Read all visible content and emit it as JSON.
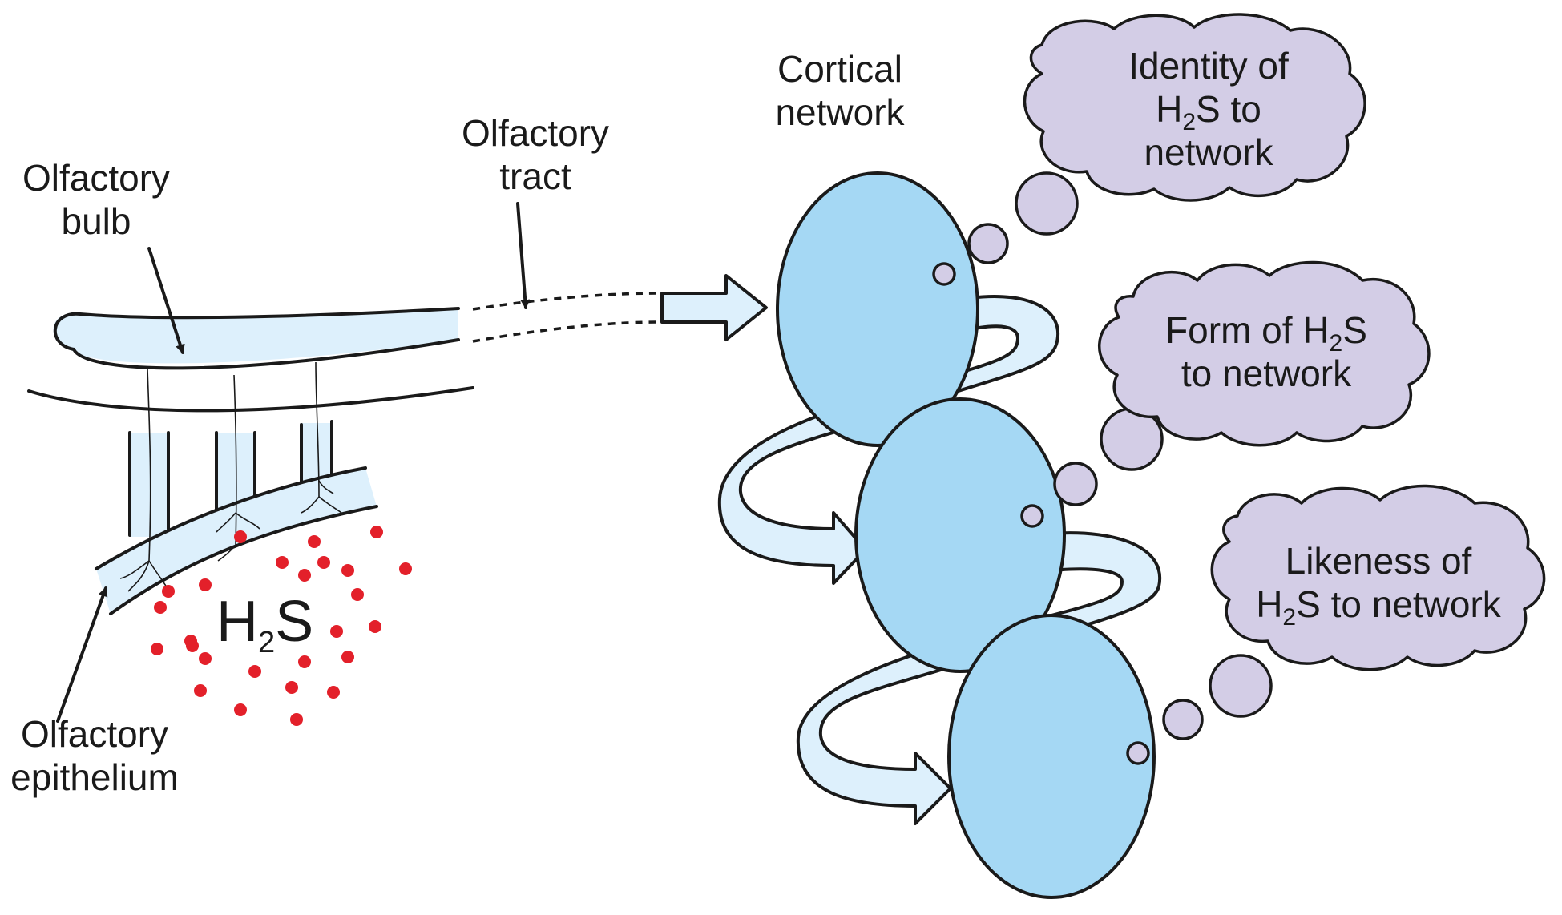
{
  "labels": {
    "olfactory_bulb": [
      "Olfactory",
      "bulb"
    ],
    "olfactory_tract": [
      "Olfactory",
      "tract"
    ],
    "olfactory_epithelium": [
      "Olfactory",
      "epithelium"
    ],
    "cortical_network": [
      "Cortical",
      "network"
    ],
    "odorant": {
      "main": "H",
      "sub": "2",
      "tail": "S"
    }
  },
  "thoughts": [
    {
      "lines": [
        {
          "pre": "Identity of",
          "sub": "",
          "post": ""
        },
        {
          "pre": "H",
          "sub": "2",
          "post": "S  to"
        },
        {
          "pre": "network",
          "sub": "",
          "post": ""
        }
      ]
    },
    {
      "lines": [
        {
          "pre": "Form of H",
          "sub": "2",
          "post": "S"
        },
        {
          "pre": "to network",
          "sub": "",
          "post": ""
        }
      ]
    },
    {
      "lines": [
        {
          "pre": "Likeness of",
          "sub": "",
          "post": ""
        },
        {
          "pre": "H",
          "sub": "2",
          "post": "S to network"
        }
      ]
    }
  ],
  "colors": {
    "network_node": "#a5d8f4",
    "tract_fill": "#ddf0fc",
    "thought_cloud": "#d3cde6",
    "odorant_dot": "#e3202a",
    "outline": "#1a1a1a"
  }
}
